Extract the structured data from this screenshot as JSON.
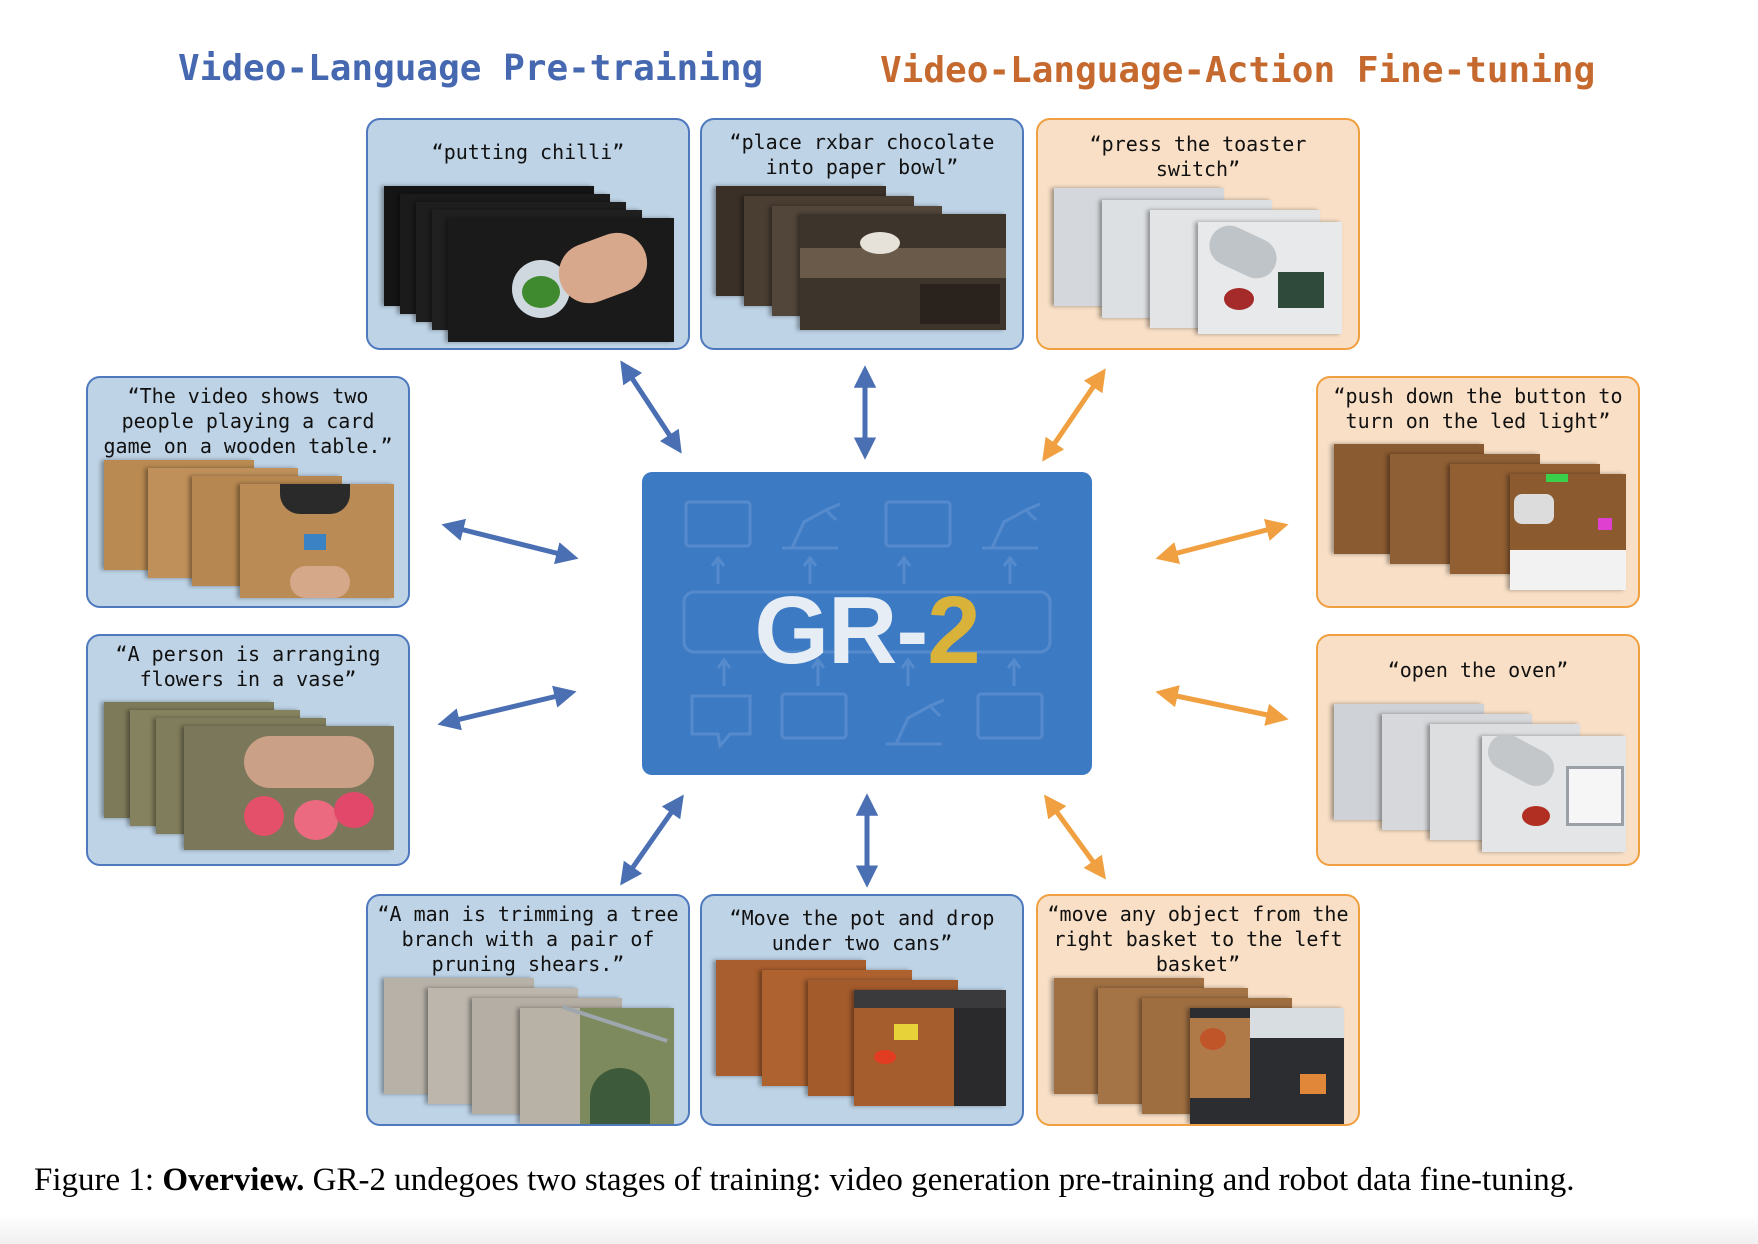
{
  "headers": {
    "pretraining": "Video-Language Pre-training",
    "finetuning": "Video-Language-Action Fine-tuning"
  },
  "model": {
    "name_prefix": "GR-",
    "name_accent": "2",
    "accent_color": "#d9b23a",
    "panel_color": "#3d7ac4"
  },
  "colors": {
    "pretrain_border": "#4e79bd",
    "pretrain_fill": "#bed3e6",
    "finetune_border": "#f0a040",
    "finetune_fill": "#f8dfc6",
    "pretrain_arrow": "#4a6fb3",
    "finetune_arrow": "#f0a040"
  },
  "cards": {
    "chilli": {
      "caption": "“putting chilli”"
    },
    "rxbar": {
      "caption": "“place rxbar chocolate into paper bowl”"
    },
    "toaster": {
      "caption": "“press the toaster switch”"
    },
    "cards_game": {
      "caption": "“The video shows two people playing a card game on a wooden table.”"
    },
    "led": {
      "caption": "“push down the button to turn on the led light”"
    },
    "flowers": {
      "caption": "“A person is arranging flowers in a vase”"
    },
    "oven": {
      "caption": "“open the oven”"
    },
    "trimming": {
      "caption": "“A man is trimming a tree branch with a pair of pruning shears.”"
    },
    "pot": {
      "caption": "“Move the pot and drop under two cans”"
    },
    "basket": {
      "caption": "“move any object from the right basket to the left basket”"
    }
  },
  "figure_caption": {
    "label": "Figure 1: ",
    "bold": "Overview.",
    "text": " GR-2 undegoes two stages of training: video generation pre-training and robot data fine-tuning."
  }
}
